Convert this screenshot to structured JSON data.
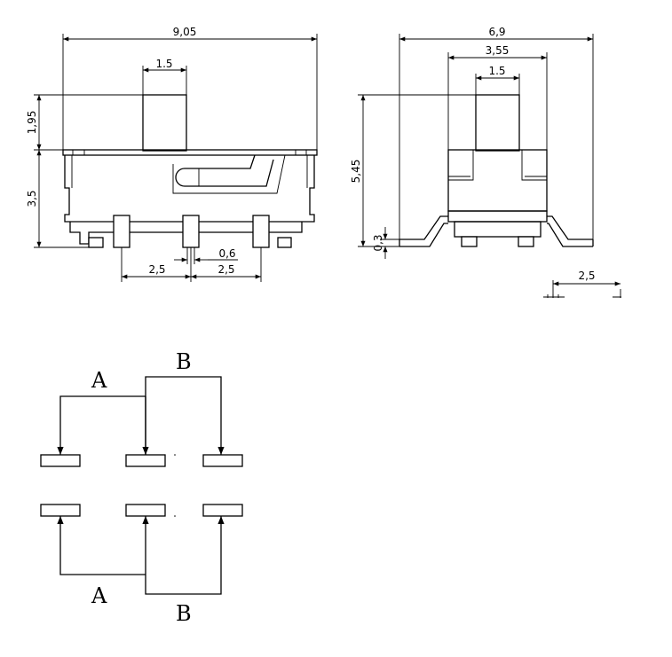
{
  "dimensions": {
    "side_total_width": "9,05",
    "side_slider_width": "1.5",
    "side_slider_height": "1,95",
    "side_body_height": "3,5",
    "side_pin_width": "0,6",
    "side_pitch_left": "2,5",
    "side_pitch_right": "2,5",
    "front_total_width": "6,9",
    "front_body_width": "3,55",
    "front_slider_width": "1.5",
    "front_total_height": "5,45",
    "front_standoff": "0,3",
    "footprint_pitch": "2,5"
  },
  "schematic": {
    "top_label_a": "A",
    "top_label_b": "B",
    "bottom_label_a": "A",
    "bottom_label_b": "B"
  }
}
